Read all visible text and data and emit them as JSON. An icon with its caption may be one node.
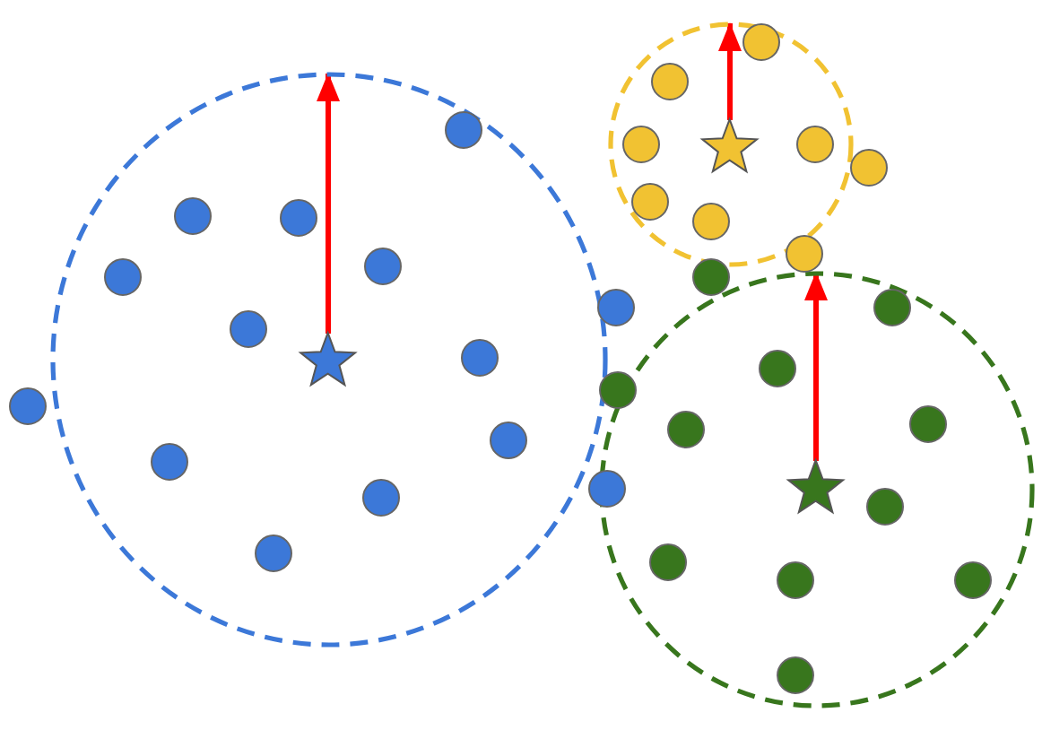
{
  "diagram": {
    "nodes": [
      {
        "text": [],
        "shape": "circle"
      },
      {
        "text": [],
        "shape": "star",
        "in": 0
      },
      {
        "text": [],
        "shape": "circle"
      },
      {
        "text": [],
        "shape": "star",
        "in": 2
      },
      {
        "text": [],
        "shape": "circle"
      },
      {
        "text": [],
        "shape": "star",
        "in": 4
      }
    ],
    "edges": [
      {
        "from": 1,
        "to": 0,
        "arrow": "to"
      },
      {
        "from": 3,
        "to": 2,
        "arrow": "to"
      },
      {
        "from": 5,
        "to": 4,
        "arrow": "to"
      }
    ]
  }
}
